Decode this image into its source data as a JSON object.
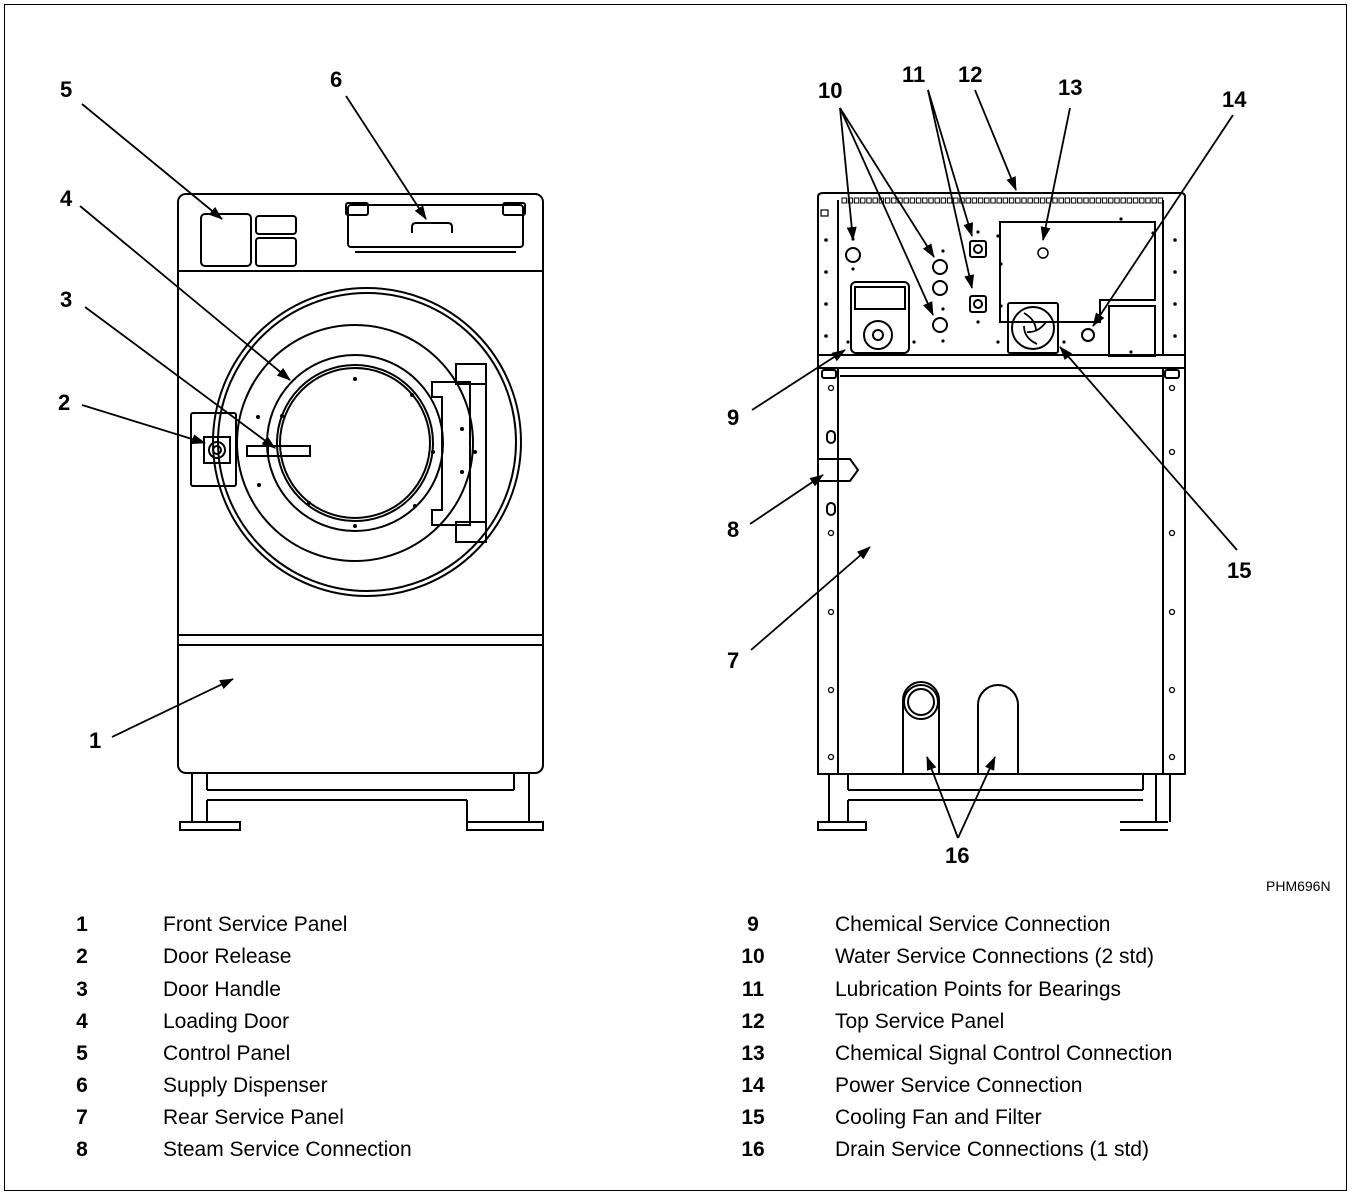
{
  "figure_id": "PHM696N",
  "callouts": [
    "1",
    "2",
    "3",
    "4",
    "5",
    "6",
    "7",
    "8",
    "9",
    "10",
    "11",
    "12",
    "13",
    "14",
    "15",
    "16"
  ],
  "legend_left": [
    {
      "num": "1",
      "text": "Front Service Panel"
    },
    {
      "num": "2",
      "text": "Door Release"
    },
    {
      "num": "3",
      "text": "Door Handle"
    },
    {
      "num": "4",
      "text": "Loading Door"
    },
    {
      "num": "5",
      "text": "Control Panel"
    },
    {
      "num": "6",
      "text": "Supply Dispenser"
    },
    {
      "num": "7",
      "text": "Rear Service Panel"
    },
    {
      "num": "8",
      "text": "Steam Service Connection"
    }
  ],
  "legend_right": [
    {
      "num": "9",
      "text": "Chemical Service Connection"
    },
    {
      "num": "10",
      "text": "Water Service Connections (2 std)"
    },
    {
      "num": "11",
      "text": "Lubrication Points for Bearings"
    },
    {
      "num": "12",
      "text": "Top Service Panel"
    },
    {
      "num": "13",
      "text": "Chemical Signal Control Connection"
    },
    {
      "num": "14",
      "text": "Power Service Connection"
    },
    {
      "num": "15",
      "text": "Cooling Fan and Filter"
    },
    {
      "num": "16",
      "text": "Drain Service Connections (1 std)"
    }
  ]
}
